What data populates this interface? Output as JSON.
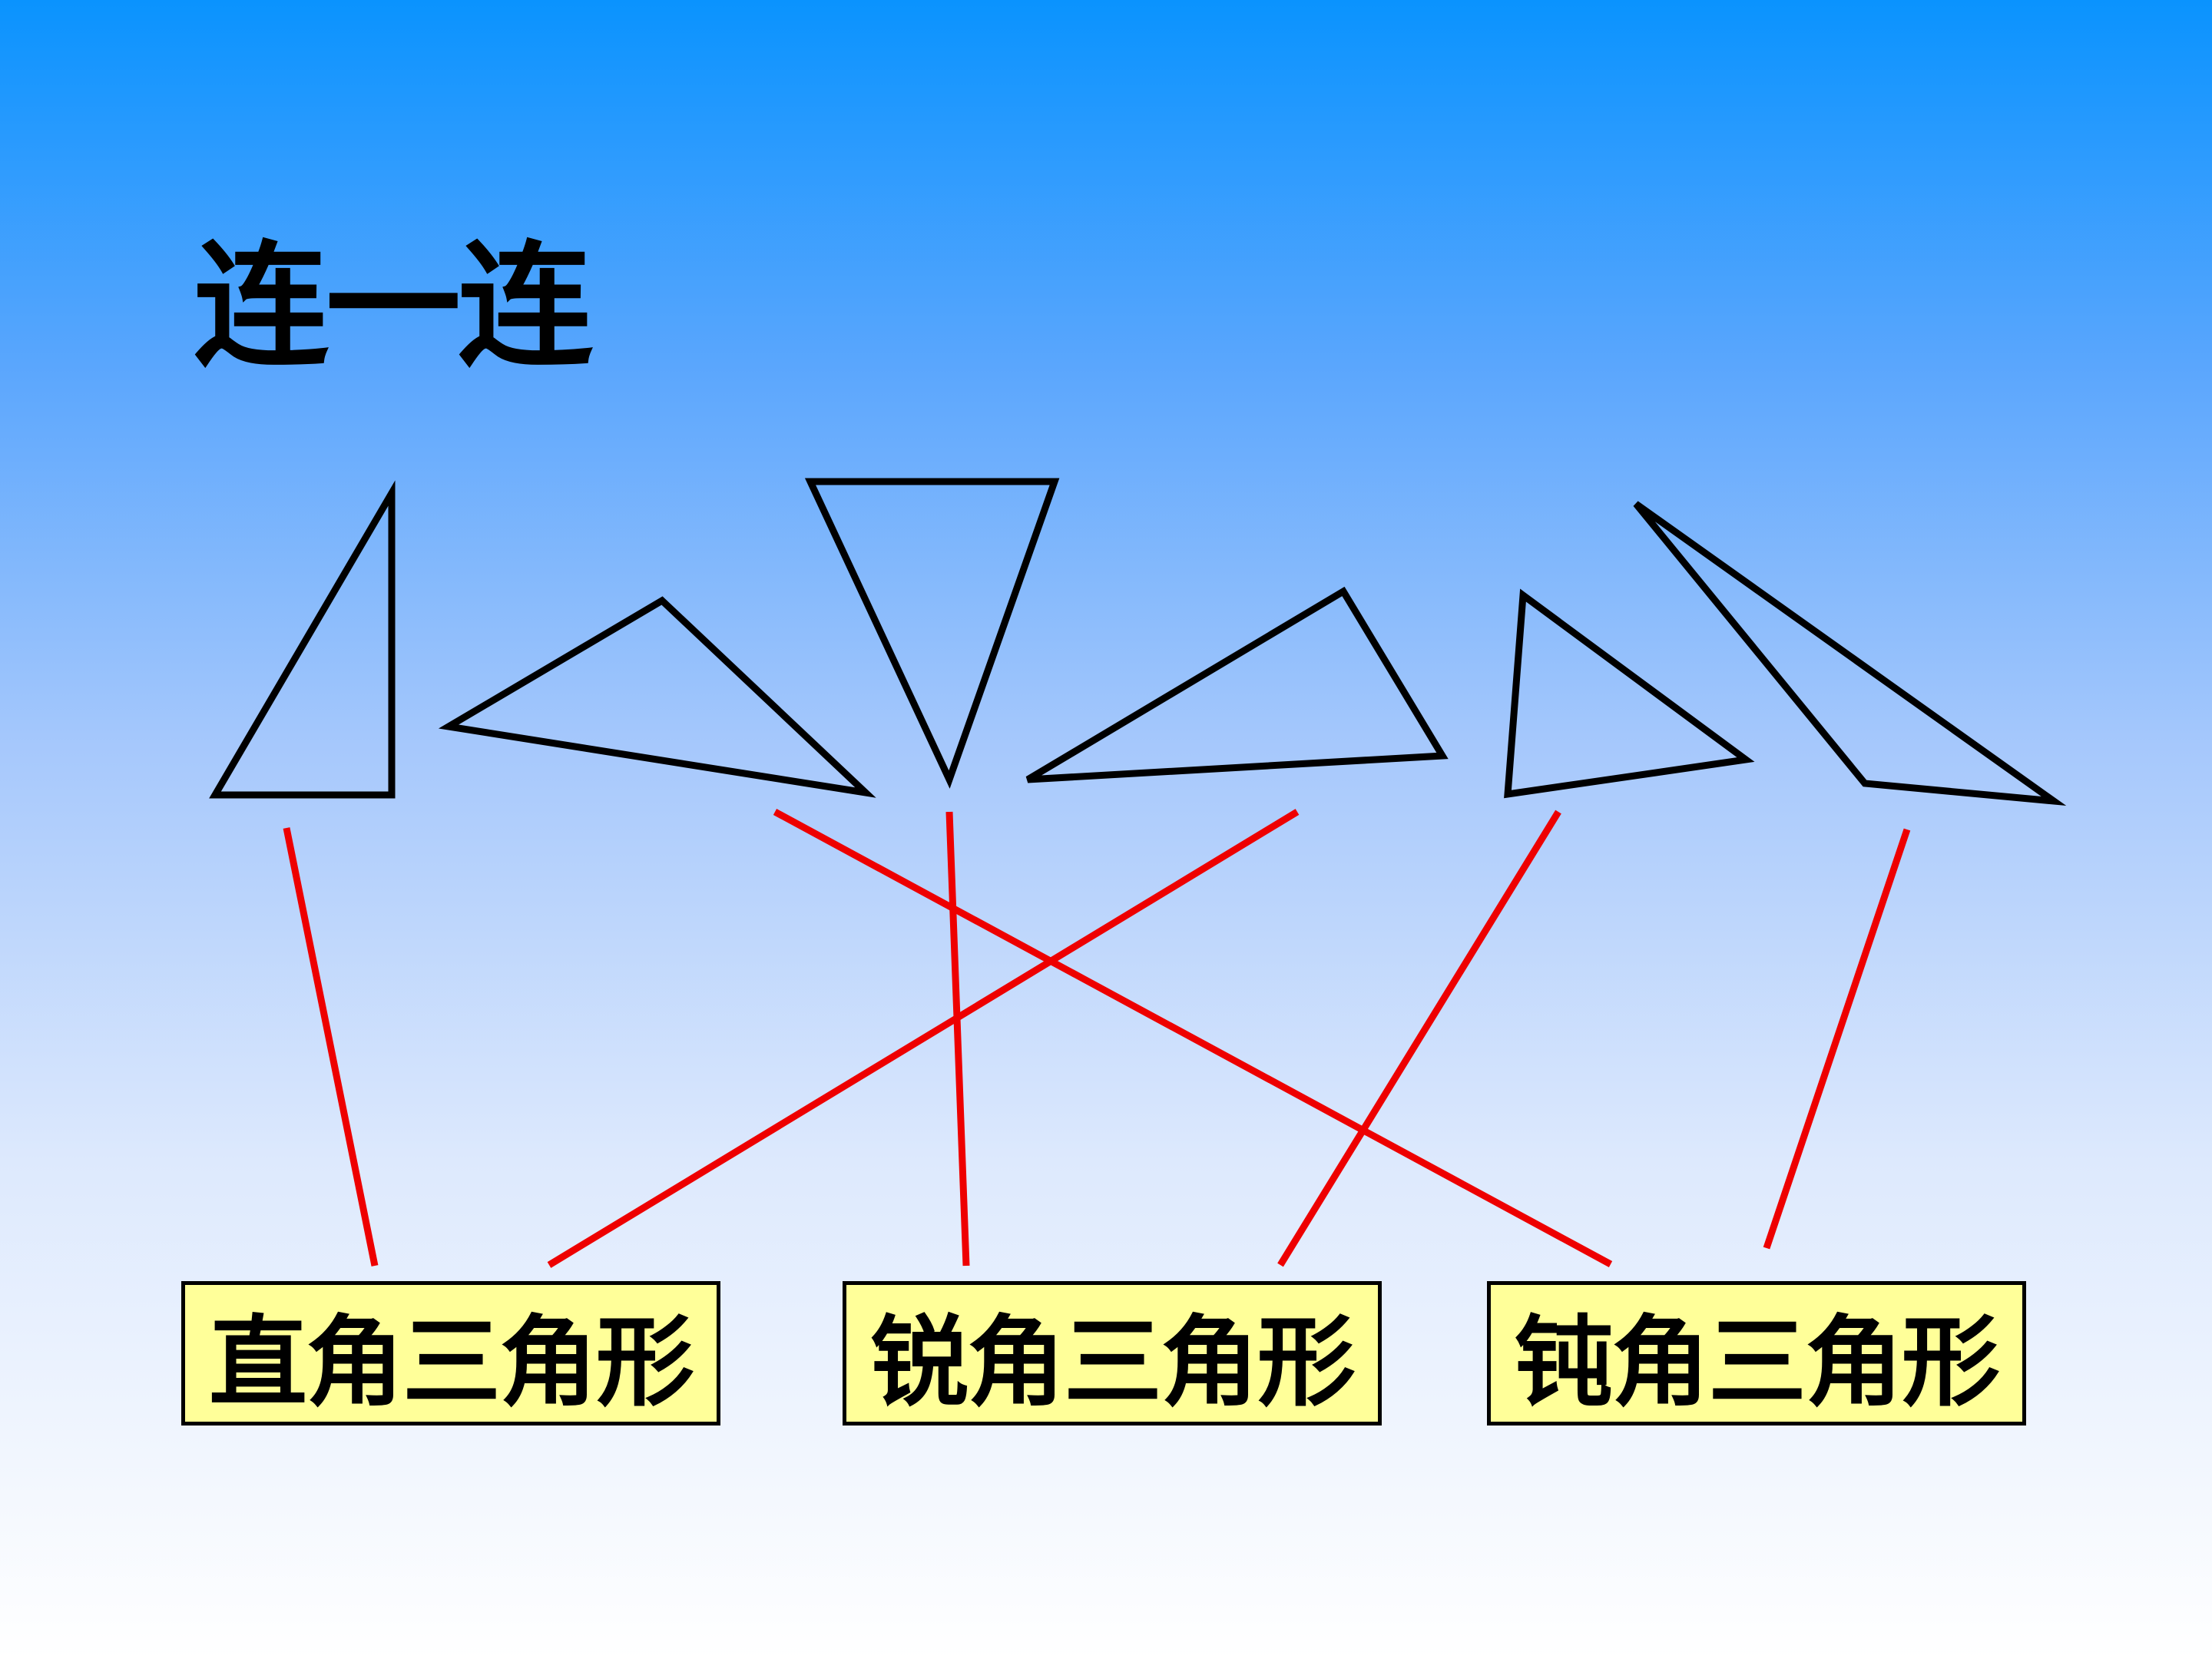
{
  "title": "连一连",
  "labels": {
    "right": "直角三角形",
    "acute": "锐角三角形",
    "obtuse": "钝角三角形"
  },
  "colors": {
    "background_top": "#0a93fe",
    "background_bottom": "#ffffff",
    "label_fill": "#ffff99",
    "connector": "#ee0000",
    "outline": "#000000"
  },
  "connections": [
    {
      "shape": 1,
      "label": "直角三角形"
    },
    {
      "shape": 2,
      "label": "钝角三角形"
    },
    {
      "shape": 3,
      "label": "锐角三角形"
    },
    {
      "shape": 4,
      "label": "直角三角形"
    },
    {
      "shape": 5,
      "label": "锐角三角形"
    },
    {
      "shape": 6,
      "label": "钝角三角形"
    }
  ]
}
